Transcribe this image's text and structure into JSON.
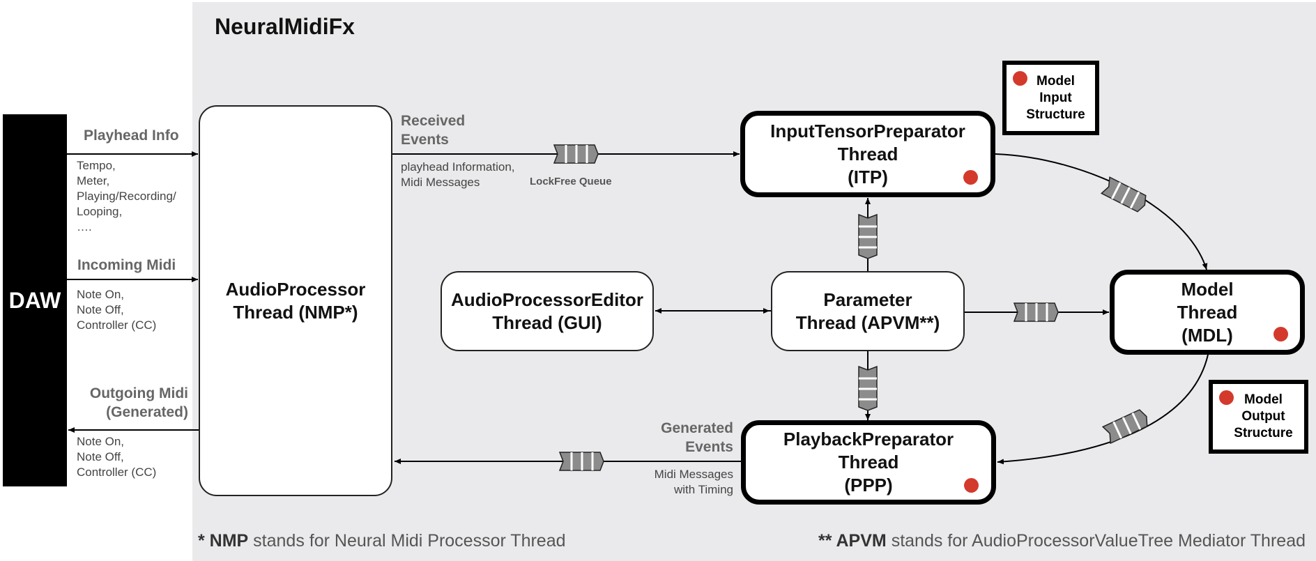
{
  "title": "NeuralMidiFx",
  "daw": "DAW",
  "nodes": {
    "nmp": "AudioProcessor\nThread (NMP*)",
    "gui": "AudioProcessorEditor\nThread (GUI)",
    "apvm": "Parameter\nThread (APVM**)",
    "itp": "InputTensorPreparator\nThread\n(ITP)",
    "mdl": "Model\nThread\n(MDL)",
    "ppp": "PlaybackPreparator\nThread\n(PPP)"
  },
  "daw_links": {
    "playhead": {
      "label": "Playhead Info",
      "details": "Tempo,\nMeter,\nPlaying/Recording/\nLooping,\n…."
    },
    "incoming": {
      "label": "Incoming Midi",
      "details": "Note On,\nNote Off,\nController (CC)"
    },
    "outgoing": {
      "label": "Outgoing Midi\n(Generated)",
      "details": "Note On,\nNote Off,\nController (CC)"
    }
  },
  "events": {
    "received_label": "Received\nEvents",
    "received_details": "playhead Information,\nMidi Messages",
    "queue_label": "LockFree Queue",
    "generated_label": "Generated\nEvents",
    "generated_details": "Midi Messages\nwith Timing"
  },
  "legends": {
    "input": "Model\nInput\nStructure",
    "output": "Model\nOutput\nStructure"
  },
  "footnotes": {
    "nmp_abbr": "* NMP",
    "nmp_text": " stands for Neural Midi Processor Thread",
    "apvm_abbr": "** APVM",
    "apvm_text": " stands for AudioProcessorValueTree Mediator Thread"
  },
  "colors": {
    "panel": "#eaeaec",
    "queue": "#8c8c8c",
    "marker": "#d33a2c"
  }
}
